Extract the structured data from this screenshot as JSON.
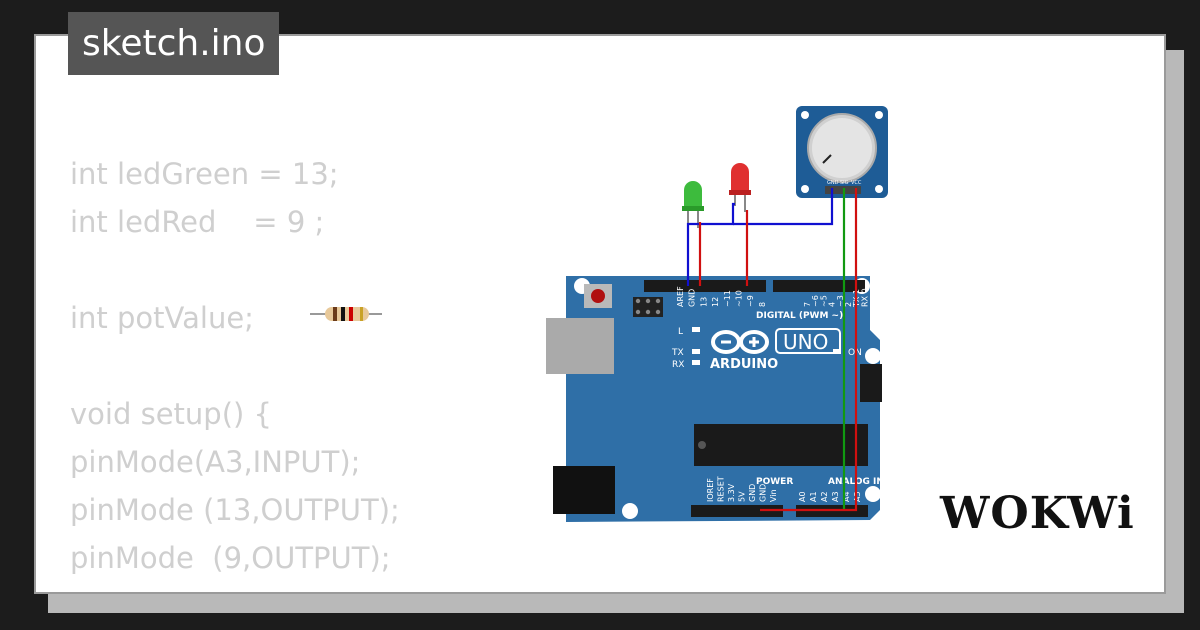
{
  "filename": "sketch.ino",
  "code_lines": [
    "int ledGreen = 13;",
    "int ledRed    = 9 ;",
    "",
    "int potValue;",
    "",
    "void setup() {",
    "pinMode(A3,INPUT);",
    "pinMode (13,OUTPUT);",
    "pinMode  (9,OUTPUT);"
  ],
  "logo": "WOKWi",
  "board": {
    "brand": "ARDUINO",
    "model": "UNO",
    "digital_label": "DIGITAL (PWM ~)",
    "power_label": "POWER",
    "analog_label": "ANALOG IN",
    "on_label": "ON",
    "l_label": "L",
    "tx_label": "TX",
    "rx_label": "RX",
    "digital_pins": [
      "AREF",
      "GND",
      "13",
      "12",
      "~11",
      "~10",
      "~9",
      "8",
      "7",
      "~6",
      "~5",
      "4",
      "~3",
      "2",
      "TX 1",
      "RX 0"
    ],
    "power_pins": [
      "IOREF",
      "RESET",
      "3.3V",
      "5V",
      "GND",
      "GND",
      "Vin"
    ],
    "analog_pins": [
      "A0",
      "A1",
      "A2",
      "A3",
      "A4",
      "A5"
    ]
  },
  "potentiometer": {
    "pins": [
      "GND",
      "SIG",
      "VCC"
    ]
  },
  "colors": {
    "board": "#2f6fa7",
    "led_green": "#3dbb3d",
    "led_red": "#e03030",
    "wire_blue": "#1010d0",
    "wire_red": "#d01010",
    "wire_green": "#119911",
    "pot_board": "#1e5c96",
    "code_text": "#cfcfcf"
  }
}
